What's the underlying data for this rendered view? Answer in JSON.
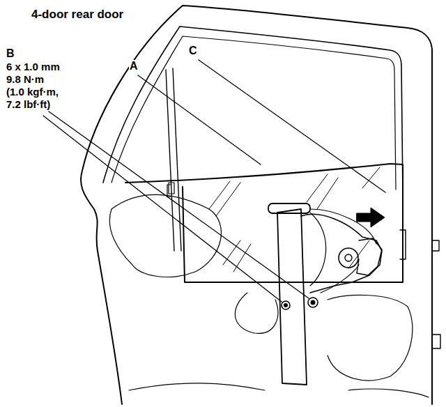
{
  "diagram": {
    "title": "4-door rear door",
    "labels": [
      "B",
      "6 x 1.0 mm",
      "9.8 N·m",
      "(1.0 kgf·m,",
      "7.2 lbf·ft)",
      "A",
      "C"
    ]
  }
}
